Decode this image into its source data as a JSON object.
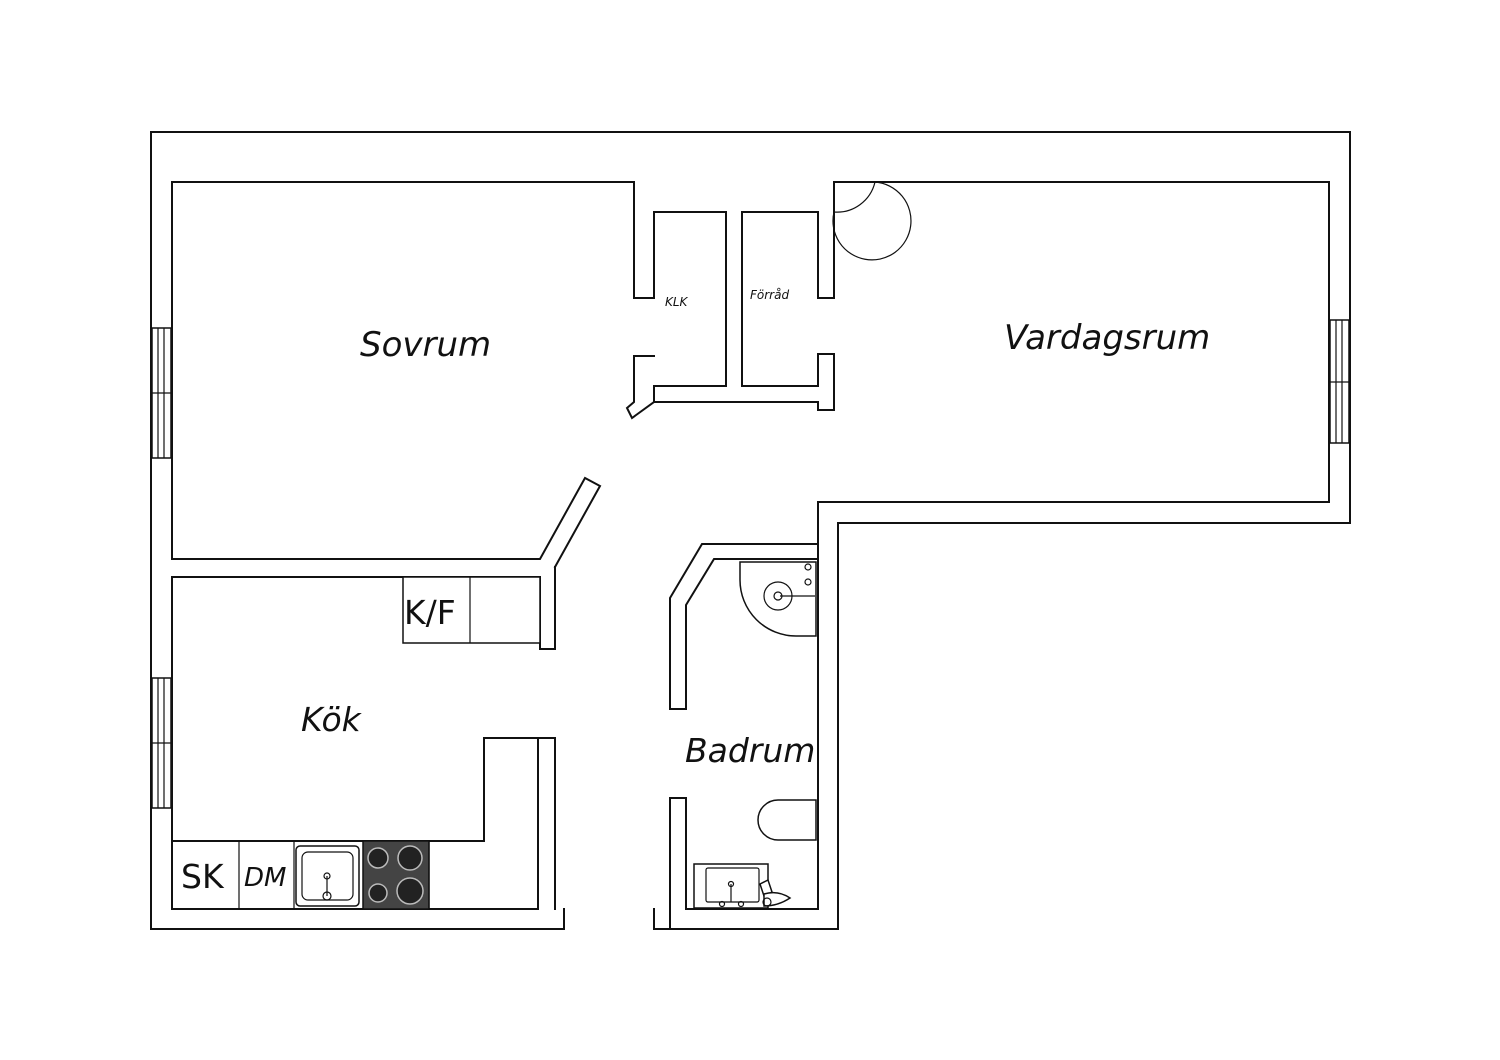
{
  "rooms": {
    "sovrum": "Sovrum",
    "vardagsrum": "Vardagsrum",
    "kok": "Kök",
    "badrum": "Badrum",
    "klk": "KLK",
    "forrad": "Förråd"
  },
  "fixtures": {
    "kf": "K/F",
    "sk": "SK",
    "dm": "DM"
  }
}
